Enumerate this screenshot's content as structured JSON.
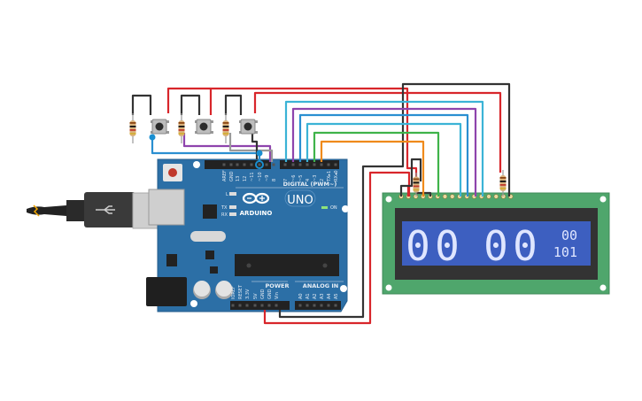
{
  "arduino": {
    "logo_text": "ARDUINO",
    "model": "UNO",
    "on_label": "ON",
    "led_labels": [
      "L",
      "TX",
      "RX"
    ],
    "digital_header_label": "DIGITAL (PWM~)",
    "digital_pins": [
      "AREF",
      "GND",
      "13",
      "12",
      "~11",
      "~10",
      "~9",
      "8",
      "7",
      "~6",
      "~5",
      "4",
      "~3",
      "2",
      "TX▸1",
      "RX◂0"
    ],
    "power_header_label": "POWER",
    "power_pins": [
      "IOREF",
      "RESET",
      "3.3V",
      "5V",
      "GND",
      "GND",
      "Vin"
    ],
    "analog_header_label": "ANALOG IN",
    "analog_pins": [
      "A0",
      "A1",
      "A2",
      "A3",
      "A4",
      "A5"
    ],
    "board_color": "#2c6fa6"
  },
  "lcd": {
    "big_digits": [
      "0",
      "0",
      "0",
      "0"
    ],
    "top_right_text": "00",
    "bottom_right_text": "101",
    "screen_color": "#3d5fc0",
    "board_color": "#4fa66c"
  },
  "wire_colors": {
    "red": "#d8262b",
    "black": "#333333",
    "cyan": "#3bb3d6",
    "blue": "#2a8fd1",
    "purple": "#8e44ad",
    "magenta": "#d6338c",
    "green": "#3fb34a",
    "orange": "#ef8a1b",
    "gray": "#9a9a9a"
  }
}
